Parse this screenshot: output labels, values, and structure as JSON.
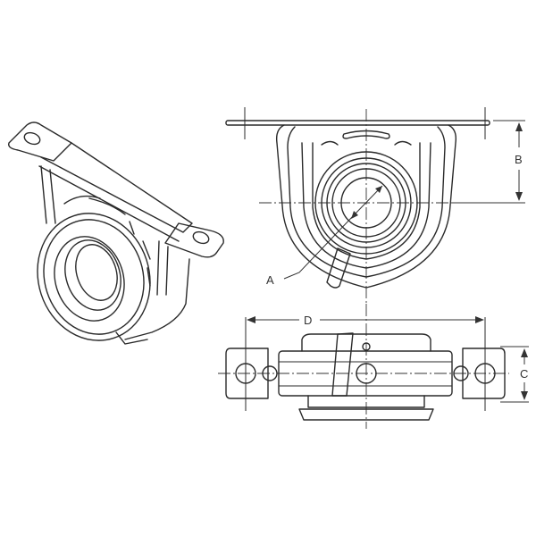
{
  "figure": {
    "subject": "Driveshaft center support bearing",
    "views": [
      "isometric-view",
      "front-view",
      "top-view"
    ],
    "dimension_labels": {
      "A": "A",
      "B": "B",
      "C": "C",
      "D": "D"
    },
    "colors": {
      "line": "#2a2a2a",
      "background": "#ffffff"
    }
  }
}
